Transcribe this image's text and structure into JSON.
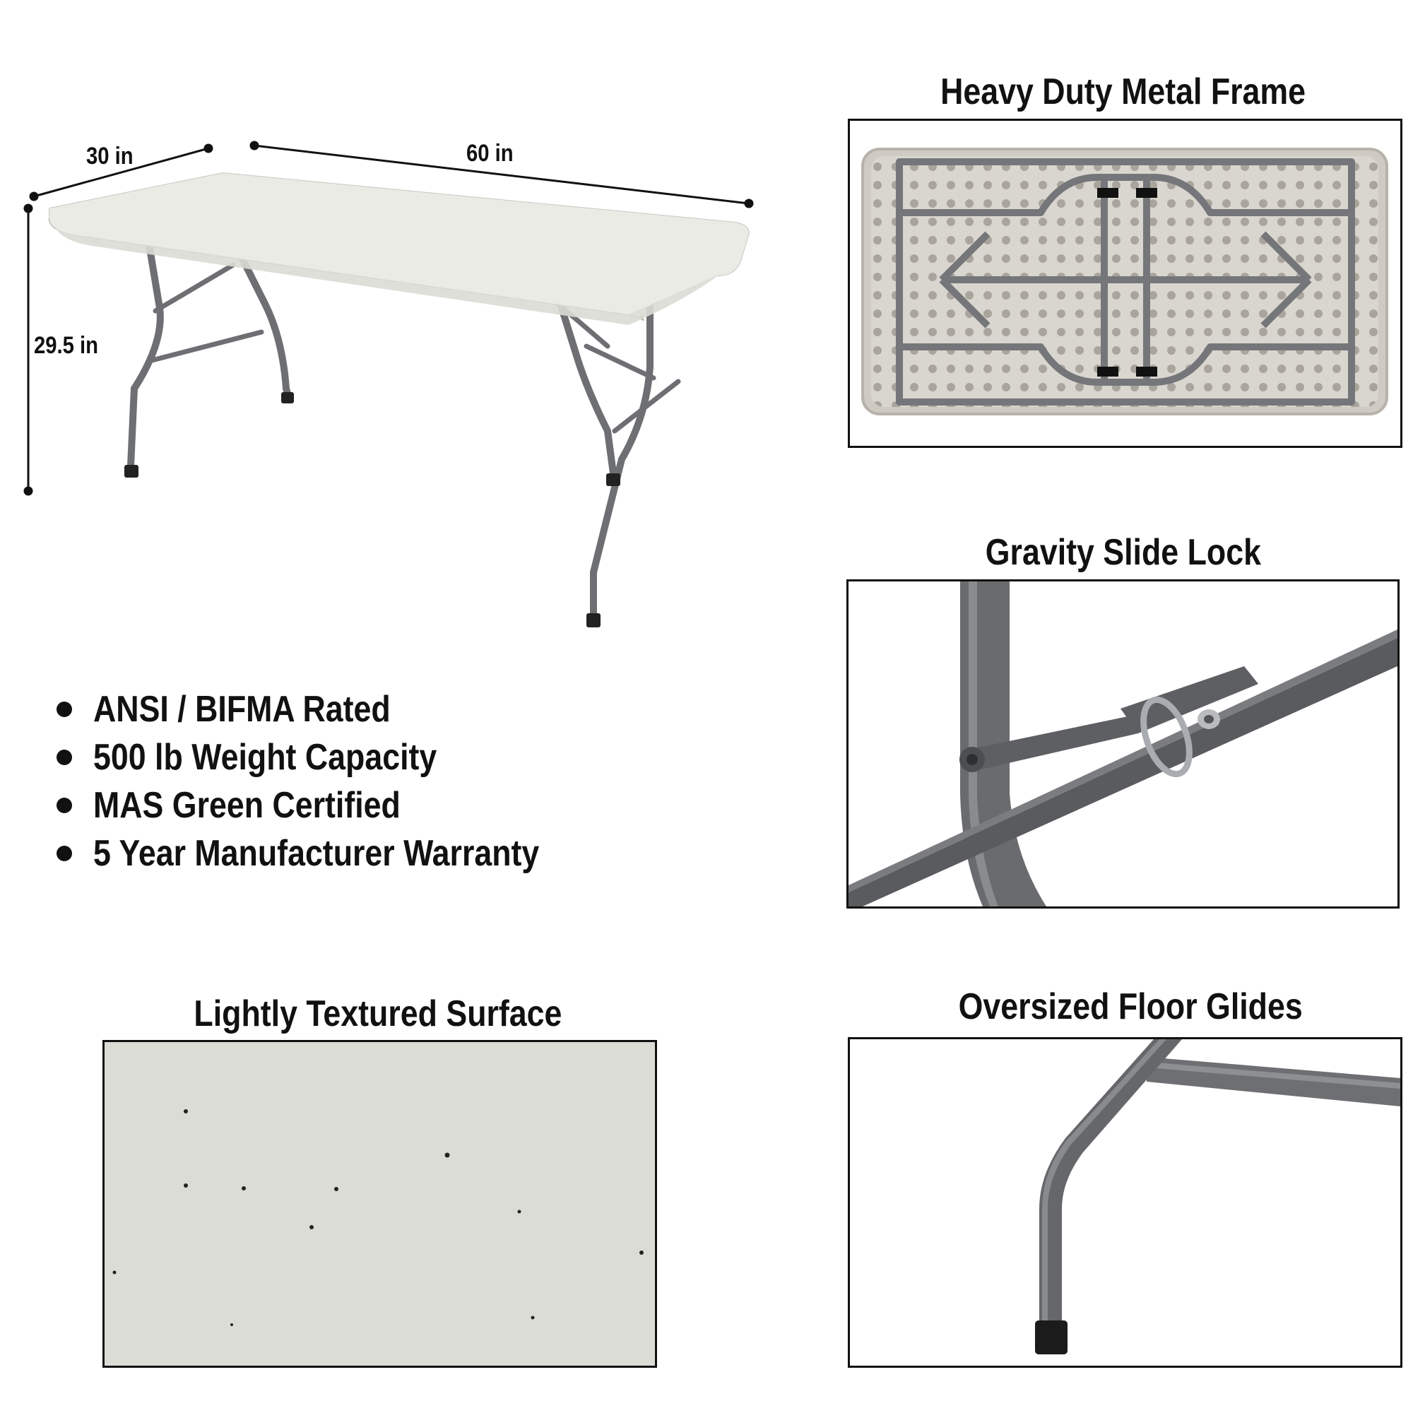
{
  "dimensions": {
    "depth": "30 in",
    "width": "60 in",
    "height": "29.5 in"
  },
  "features": [
    "ANSI / BIFMA Rated",
    "500 lb Weight Capacity",
    "MAS Green Certified",
    "5 Year Manufacturer Warranty"
  ],
  "panels": {
    "frame": {
      "title": "Heavy Duty Metal Frame"
    },
    "lock": {
      "title": "Gravity Slide Lock"
    },
    "surface": {
      "title": "Lightly Textured Surface"
    },
    "glides": {
      "title": "Oversized Floor Glides"
    }
  },
  "colors": {
    "tabletop": "#ebebe6",
    "metal": "#6e6f72",
    "outline": "#111111"
  }
}
